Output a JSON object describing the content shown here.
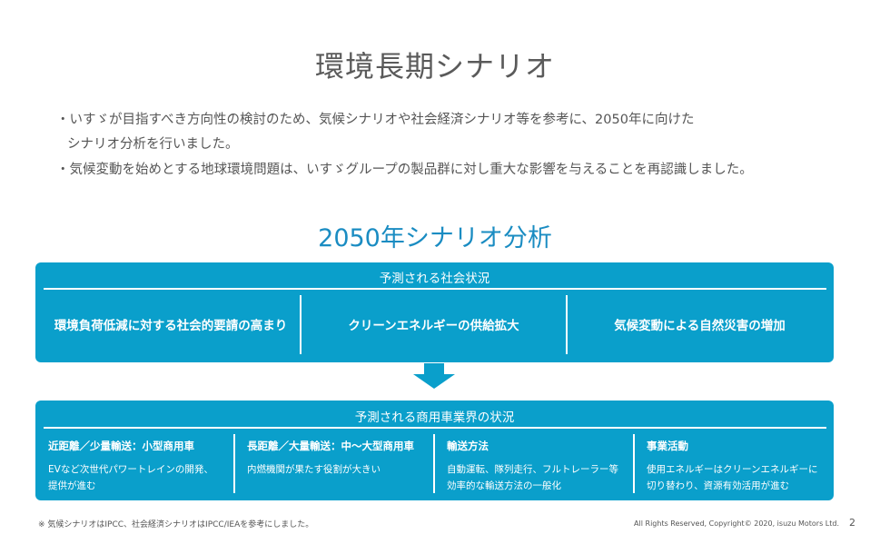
{
  "title": "環境長期シナリオ",
  "bullets": [
    {
      "line1": "・いすゞが目指すべき方向性の検討のため、気候シナリオや社会経済シナリオ等を参考に、2050年に向けた",
      "line2": "シナリオ分析を行いました。"
    },
    {
      "line1": "・気候変動を始めとする地球環境問題は、いすゞグループの製品群に対し重大な影響を与えることを再認識しました。"
    }
  ],
  "subtitle": "2050年シナリオ分析",
  "society": {
    "header": "予測される社会状況",
    "items": [
      "環境負荷低減に対する社会的要請の高まり",
      "クリーンエネルギーの供給拡大",
      "気候変動による自然災害の増加"
    ]
  },
  "industry": {
    "header": "予測される商用車業界の状況",
    "columns": [
      {
        "heading": "近距離／少量輸送：小型商用車",
        "body1": "EVなど次世代パワートレインの開発、",
        "body2": "提供が進む"
      },
      {
        "heading": "長距離／大量輸送：中～大型商用車",
        "body1": "内燃機関が果たす役割が大きい",
        "body2": ""
      },
      {
        "heading": "輸送方法",
        "body1": "自動運転、隊列走行、フルトレーラー等",
        "body2": "効率的な輸送方法の一般化"
      },
      {
        "heading": "事業活動",
        "body1": "使用エネルギーはクリーンエネルギーに",
        "body2": "切り替わり、資源有効活用が進む"
      }
    ]
  },
  "footer": {
    "note": "※ 気候シナリオはIPCC、社会経済シナリオはIPCC/IEAを参考にしました。",
    "copyright": "All Rights Reserved, Copyright© 2020, isuzu Motors Ltd.",
    "page": "2"
  },
  "colors": {
    "accent": "#0a9fcb",
    "subtitle": "#1a8cc2",
    "text": "#555555"
  }
}
